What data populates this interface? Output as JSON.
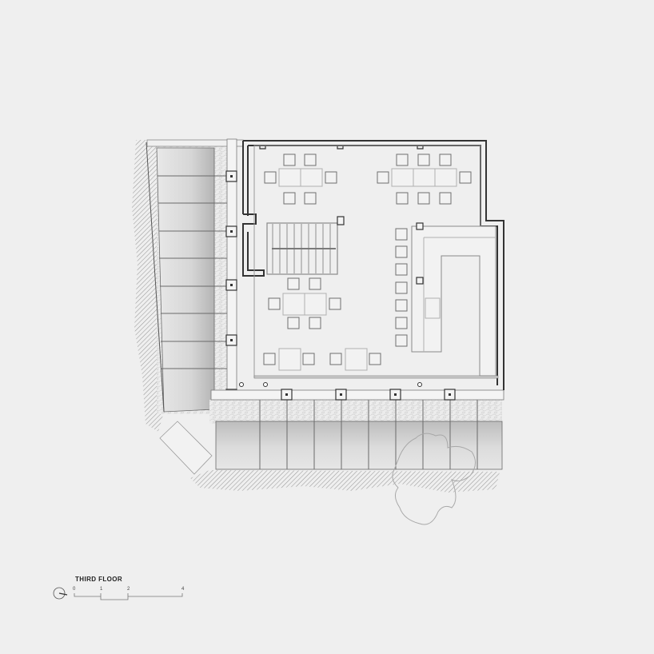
{
  "drawing": {
    "title": "THIRD FLOOR",
    "background": "#efefef",
    "line_color": "#3a3a3a",
    "light_line_color": "#9a9a9a",
    "hatch_color": "#8c8c8c"
  },
  "scale_bar": {
    "ticks": [
      "0",
      "1",
      "2",
      "4"
    ],
    "north_arrow": "north-arrow-icon"
  },
  "rooms": [
    {
      "name": "dining-room",
      "tables": 5
    },
    {
      "name": "stair",
      "treads": 9
    },
    {
      "name": "bar-counter",
      "stools": 7
    }
  ],
  "furniture": {
    "table_top_left": {
      "seats": 6
    },
    "table_top_right": {
      "seats": 8
    },
    "table_middle": {
      "seats": 6
    },
    "table_bottom_left": {
      "seats": 2
    },
    "table_bottom_right": {
      "seats": 2
    }
  }
}
